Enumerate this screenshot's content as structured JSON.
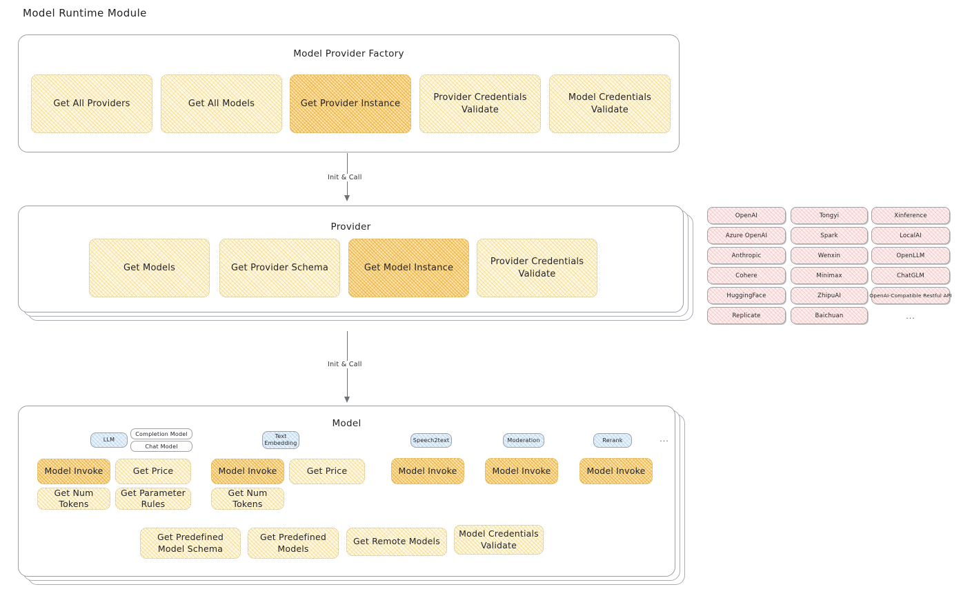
{
  "page": {
    "title": "Model Runtime Module"
  },
  "arrows": [
    {
      "label": "Init & Call"
    },
    {
      "label": "Init & Call"
    }
  ],
  "factory": {
    "title": "Model Provider Factory",
    "operations": [
      {
        "label": "Get All Providers",
        "highlighted": false
      },
      {
        "label": "Get All Models",
        "highlighted": false
      },
      {
        "label": "Get Provider Instance",
        "highlighted": true
      },
      {
        "label": "Provider Credentials Validate",
        "highlighted": false
      },
      {
        "label": "Model Credentials Validate",
        "highlighted": false
      }
    ]
  },
  "provider": {
    "title": "Provider",
    "operations": [
      {
        "label": "Get Models",
        "highlighted": false
      },
      {
        "label": "Get Provider Schema",
        "highlighted": false
      },
      {
        "label": "Get Model Instance",
        "highlighted": true
      },
      {
        "label": "Provider Credentials Validate",
        "highlighted": false
      }
    ]
  },
  "provider_list": {
    "columns": [
      [
        "OpenAI",
        "Azure OpenAI",
        "Anthropic",
        "Cohere",
        "HuggingFace",
        "Replicate"
      ],
      [
        "Tongyi",
        "Spark",
        "Wenxin",
        "Minimax",
        "ZhipuAI",
        "Baichuan"
      ],
      [
        "Xinference",
        "LocalAI",
        "OpenLLM",
        "ChatGLM",
        "OpenAI-Compatible Restful API"
      ]
    ],
    "more": "..."
  },
  "model": {
    "title": "Model",
    "more": "...",
    "types": [
      {
        "name": "LLM",
        "subtypes": [
          "Completion Model",
          "Chat Model"
        ],
        "operations": [
          {
            "label": "Model Invoke",
            "highlighted": true
          },
          {
            "label": "Get Price",
            "highlighted": false
          },
          {
            "label": "Get Num Tokens",
            "highlighted": false
          },
          {
            "label": "Get Parameter Rules",
            "highlighted": false
          }
        ]
      },
      {
        "name": "Text Embedding",
        "subtypes": [],
        "operations": [
          {
            "label": "Model Invoke",
            "highlighted": true
          },
          {
            "label": "Get Price",
            "highlighted": false
          },
          {
            "label": "Get Num Tokens",
            "highlighted": false
          }
        ]
      },
      {
        "name": "Speech2text",
        "subtypes": [],
        "operations": [
          {
            "label": "Model Invoke",
            "highlighted": true
          }
        ]
      },
      {
        "name": "Moderation",
        "subtypes": [],
        "operations": [
          {
            "label": "Model Invoke",
            "highlighted": true
          }
        ]
      },
      {
        "name": "Rerank",
        "subtypes": [],
        "operations": [
          {
            "label": "Model Invoke",
            "highlighted": true
          }
        ]
      }
    ],
    "common_operations": [
      {
        "label": "Get Predefined Model Schema",
        "highlighted": false
      },
      {
        "label": "Get Predefined Models",
        "highlighted": false
      },
      {
        "label": "Get Remote Models",
        "highlighted": false
      },
      {
        "label": "Model Credentials Validate",
        "highlighted": false
      }
    ]
  },
  "colors": {
    "op_fill": "#fdf8e4",
    "op_highlight_fill": "#fbe3b0",
    "provider_chip_fill": "#fdeeee",
    "model_type_chip_fill": "#e8f2fb",
    "panel_border": "#9b9ea3",
    "text": "#222326"
  }
}
